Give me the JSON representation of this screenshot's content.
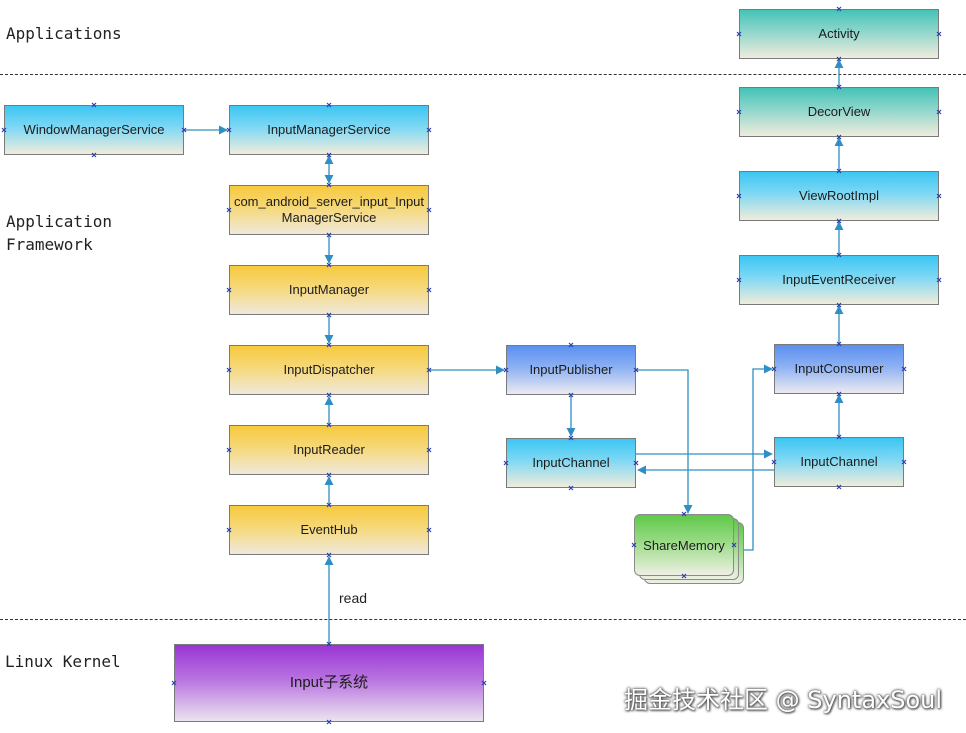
{
  "layers": {
    "applications": "Applications",
    "framework": "Application\nFramework",
    "kernel": "Linux Kernel"
  },
  "nodes": {
    "window_manager_service": "WindowManagerService",
    "input_manager_service": "InputManagerService",
    "com_android_server": "com_android_server_input_InputManagerService",
    "input_manager": "InputManager",
    "input_dispatcher": "InputDispatcher",
    "input_reader": "InputReader",
    "event_hub": "EventHub",
    "input_publisher": "InputPublisher",
    "input_channel_left": "InputChannel",
    "share_memory": "ShareMemory",
    "input_channel_right": "InputChannel",
    "input_consumer": "InputConsumer",
    "input_event_receiver": "InputEventReceiver",
    "view_root_impl": "ViewRootImpl",
    "decor_view": "DecorView",
    "activity": "Activity",
    "input_subsystem": "Input子系统"
  },
  "edge_labels": {
    "read": "read"
  },
  "watermark": "掘金技术社区 @ SyntaxSoul",
  "colors": {
    "edge": "#2e8fc4",
    "port_marker": "#2b3fb0"
  }
}
